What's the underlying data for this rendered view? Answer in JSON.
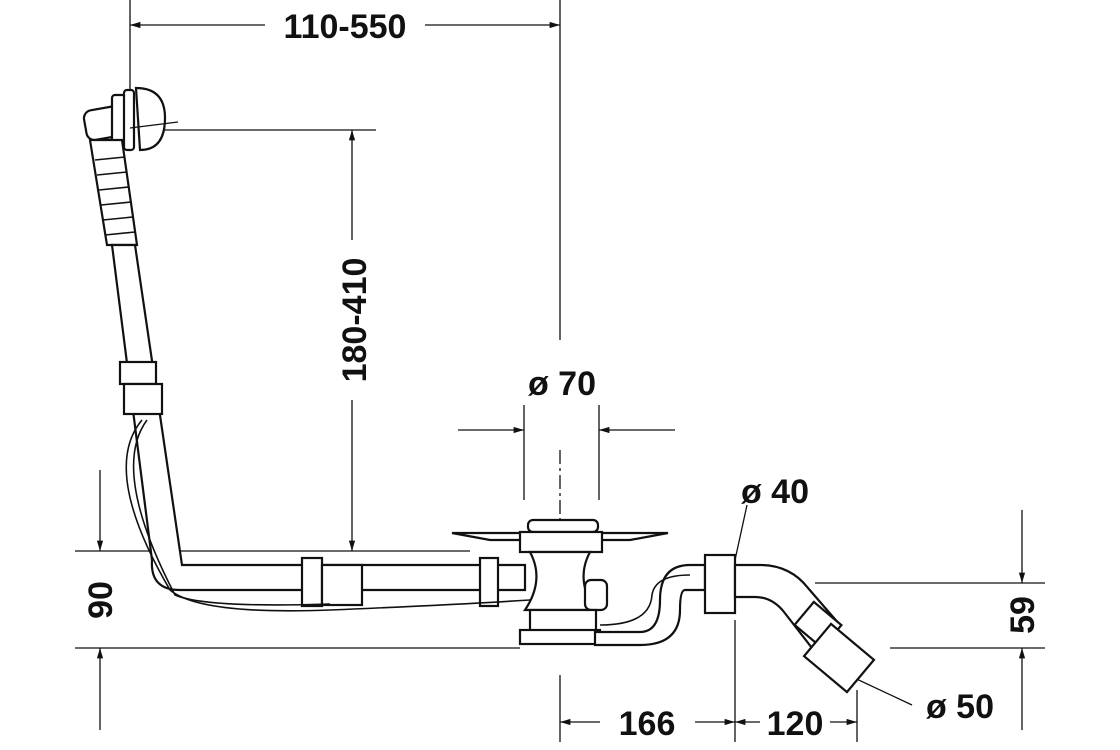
{
  "drawing": {
    "title": "Bath waste and overflow set dimension drawing",
    "dimensions": {
      "overflow_horizontal": "110-550",
      "overflow_height": "180-410",
      "drain_diameter": "ø 70",
      "pipe_diameter": "ø 40",
      "drain_depth": "90",
      "outlet_height": "59",
      "drain_to_trap": "166",
      "trap_to_outlet": "120",
      "outlet_diameter": "ø 50"
    }
  }
}
